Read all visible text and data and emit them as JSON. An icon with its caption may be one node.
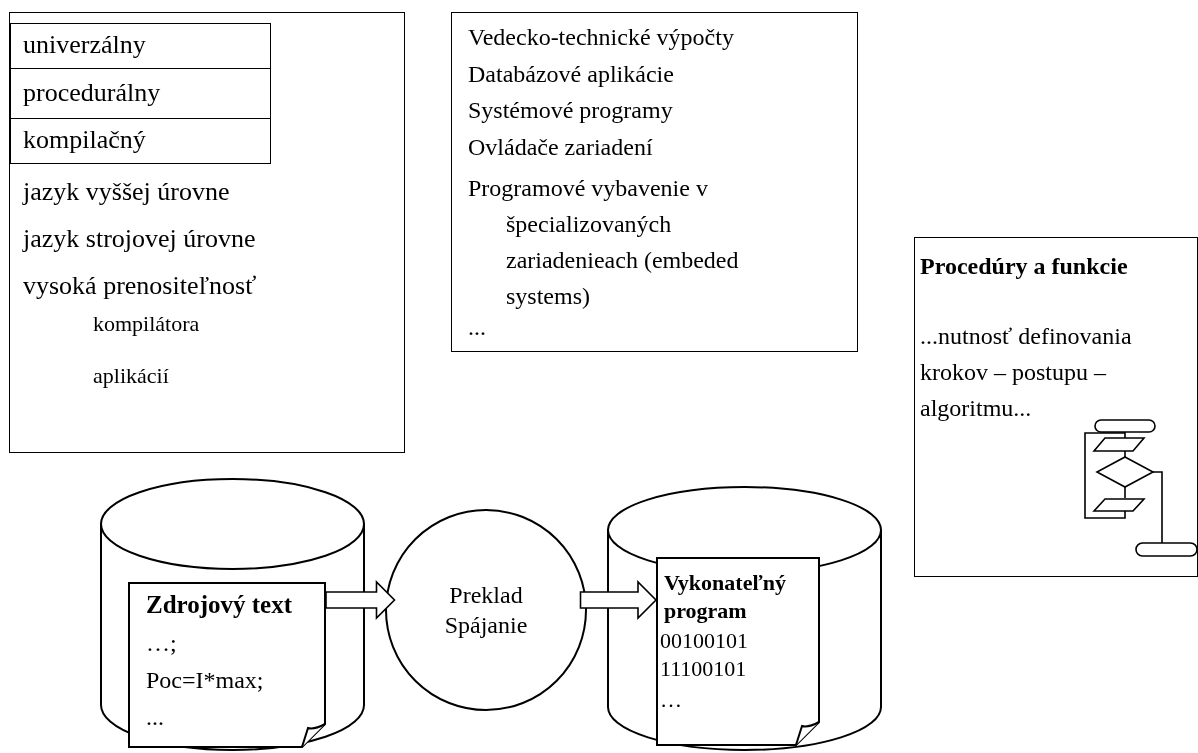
{
  "diagram": {
    "nodes": [
      {
        "text": [
          "jazyk vyššej úrovne",
          "jazyk strojovej úrovne",
          "vysoká prenositeľnosť",
          "kompilátora",
          "aplikácií"
        ]
      },
      {
        "text": [
          "univerzálny"
        ],
        "in": 0
      },
      {
        "text": [
          "procedurálny"
        ],
        "in": 0
      },
      {
        "text": [
          "kompilačný"
        ],
        "in": 0
      },
      {
        "text": [
          "Vedecko-technické výpočty",
          "Databázové aplikácie",
          "Systémové programy",
          "Ovládače zariadení",
          "Programové vybavenie v špecializovaných zariadenieach (embeded systems)",
          "..."
        ]
      },
      {
        "text": [
          "Procedúry a funkcie",
          "...nutnosť definovania krokov – postupu – algoritmu..."
        ]
      },
      {
        "text": [],
        "shape": "cylinder"
      },
      {
        "text": [
          "Zdrojový text",
          "…;",
          "Poc=I*max;",
          "..."
        ],
        "in": 6
      },
      {
        "text": [
          "Preklad Spájanie"
        ]
      },
      {
        "text": [],
        "shape": "cylinder"
      },
      {
        "text": [
          "Vykonateľný program",
          "00100101",
          "11100101",
          "…"
        ],
        "in": 9
      }
    ],
    "edges": [
      {
        "from": 7,
        "to": 8,
        "arrow": "to"
      },
      {
        "from": 8,
        "to": 10,
        "arrow": "to"
      }
    ]
  }
}
